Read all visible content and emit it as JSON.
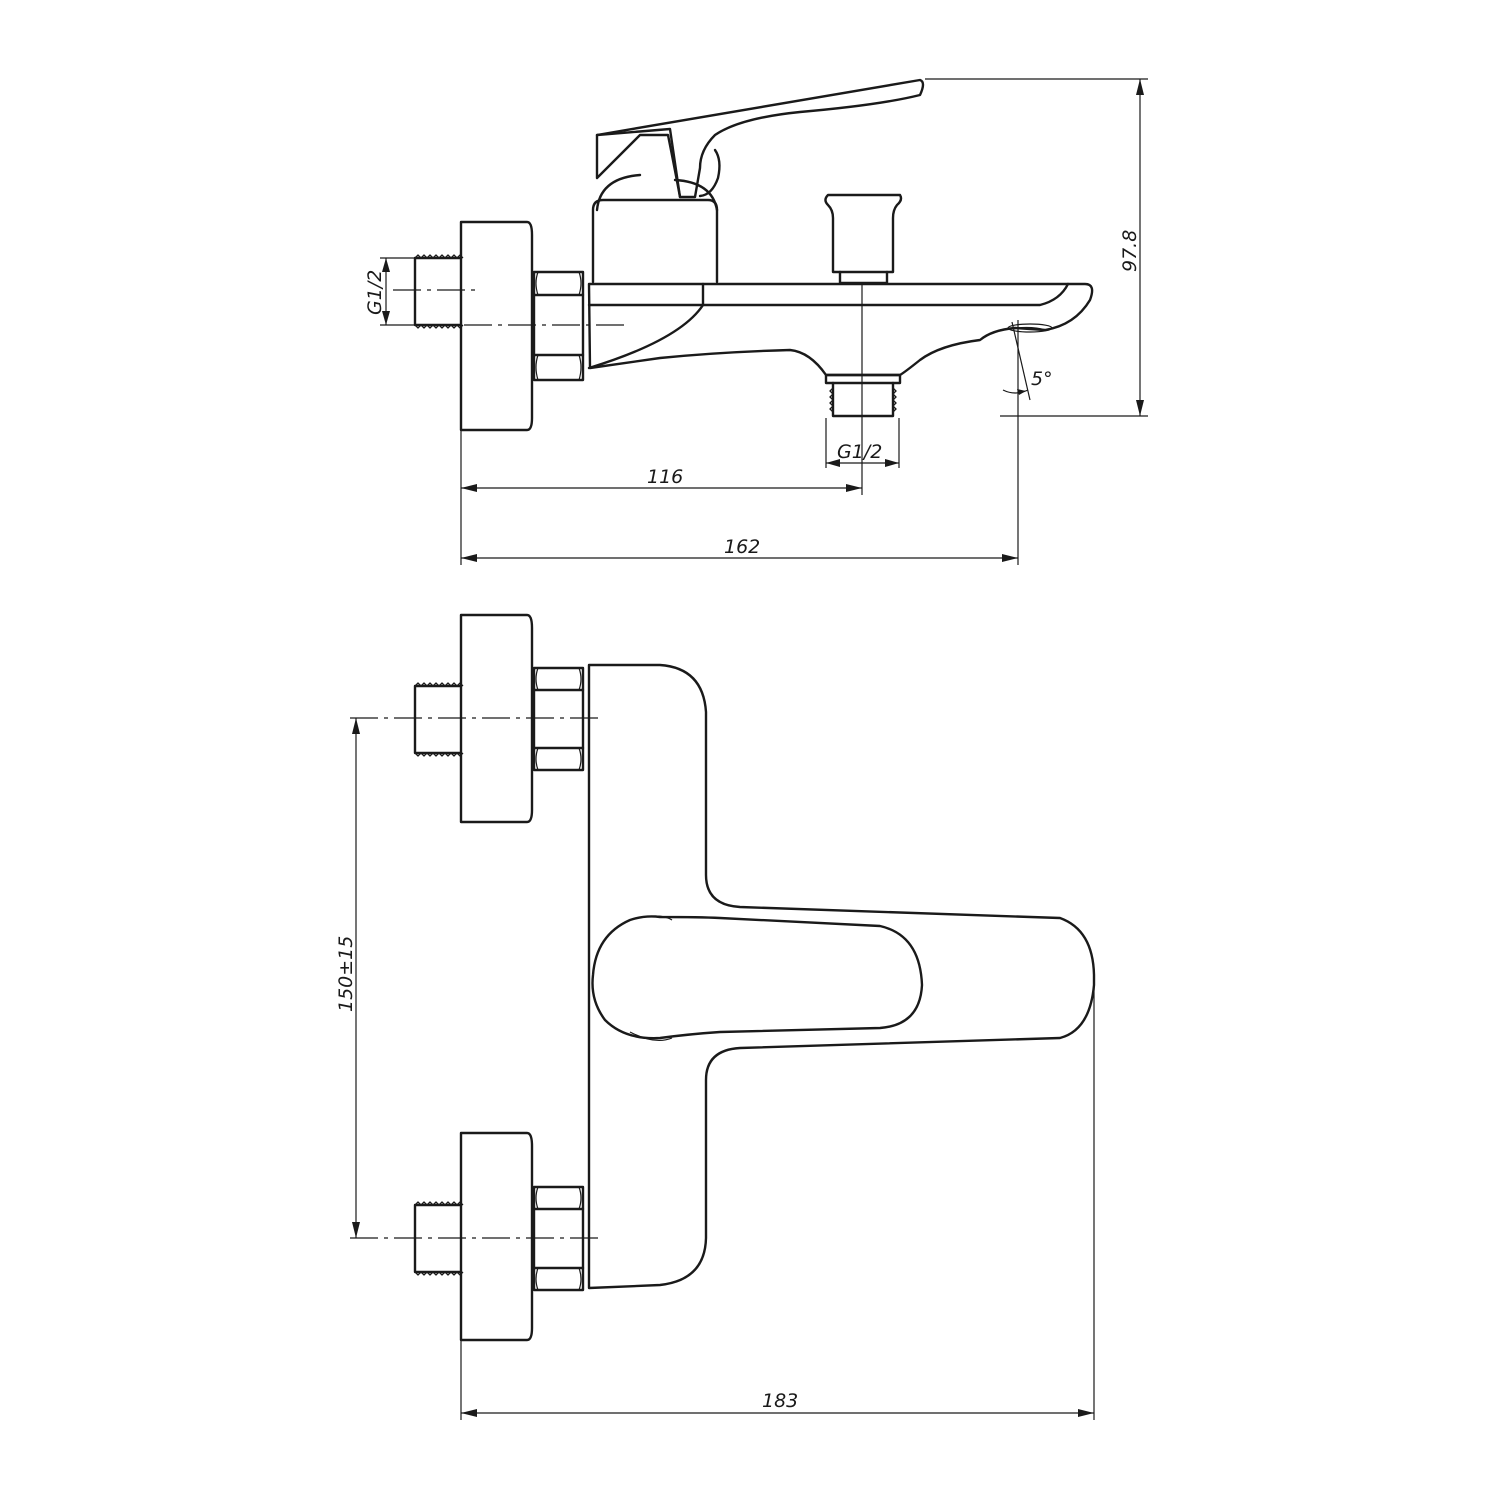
{
  "dimensions": {
    "height": "97.8",
    "thread_inlet": "G1/2",
    "thread_outlet": "G1/2",
    "outlet_offset": "116",
    "total_depth": "162",
    "angle": "5°",
    "center_distance": "150±15",
    "total_width": "183"
  },
  "colors": {
    "line": "#1a1a1a",
    "background": "#ffffff"
  }
}
